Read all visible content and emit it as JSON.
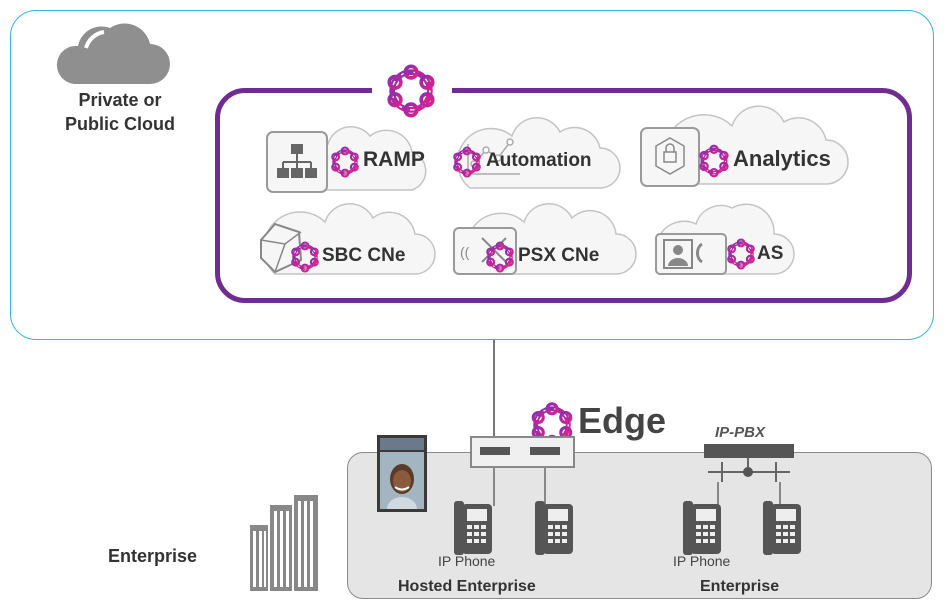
{
  "cloud": {
    "label_line1": "Private or",
    "label_line2": "Public Cloud"
  },
  "services": {
    "ramp": "RAMP",
    "automation": "Automation",
    "analytics": "Analytics",
    "sbc": "SBC CNe",
    "psx": "PSX CNe",
    "as": "AS"
  },
  "edge": {
    "label": "Edge"
  },
  "ippbx": {
    "label": "IP-PBX"
  },
  "phones": {
    "label_left": "IP Phone",
    "label_right": "IP Phone"
  },
  "enterprise": {
    "left_label": "Enterprise",
    "hosted_label": "Hosted Enterprise",
    "right_label": "Enterprise"
  },
  "colors": {
    "brand_purple": "#6f2c91",
    "brand_magenta": "#d6248c",
    "cloud_border": "#33b5e5",
    "gray": "#777777"
  }
}
